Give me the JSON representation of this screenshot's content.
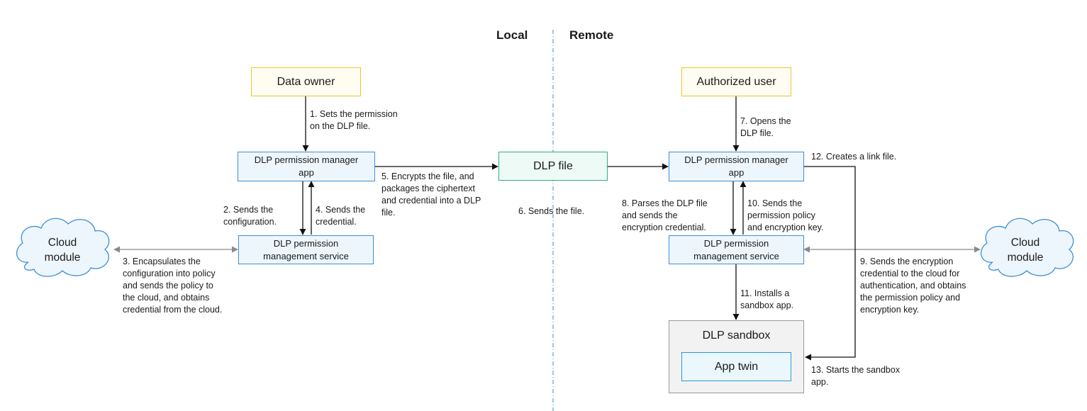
{
  "headers": {
    "local": "Local",
    "remote": "Remote"
  },
  "nodes": {
    "data_owner": "Data owner",
    "authorized_user": "Authorized user",
    "local_manager_app": "DLP permission manager\napp",
    "remote_manager_app": "DLP permission manager\napp",
    "local_service": "DLP permission\nmanagement service",
    "remote_service": "DLP permission\nmanagement service",
    "dlp_file": "DLP file",
    "sandbox": "DLP sandbox",
    "app_twin": "App twin",
    "cloud_left": "Cloud\nmodule",
    "cloud_right": "Cloud\nmodule"
  },
  "steps": {
    "s1": "1. Sets the permission\non the DLP file.",
    "s2": "2. Sends the\nconfiguration.",
    "s3": "3. Encapsulates the\nconfiguration into policy\nand sends the policy to\nthe cloud, and obtains\ncredential from the cloud.",
    "s4": "4. Sends the\ncredential.",
    "s5": "5. Encrypts the file, and\npackages the ciphertext\nand credential into a DLP\nfile.",
    "s6": "6. Sends the file.",
    "s7": "7. Opens the\nDLP file.",
    "s8": "8. Parses the DLP file\nand sends the\nencryption credential.",
    "s9": "9. Sends the encryption\ncredential to the cloud for\nauthentication, and obtains\nthe permission policy and\nencryption key.",
    "s10": "10. Sends the\npermission policy\nand encryption key.",
    "s11": "11. Installs a\nsandbox app.",
    "s12": "12. Creates a link file.",
    "s13": "13. Starts the sandbox\napp."
  },
  "colors": {
    "owner_border": "#f2c230",
    "app_border": "#3a8fd6",
    "file_border": "#2fae7e",
    "cloud_border": "#3a8fd6",
    "cloud_fill": "#eef6fd",
    "divider": "#3a8fd6"
  }
}
